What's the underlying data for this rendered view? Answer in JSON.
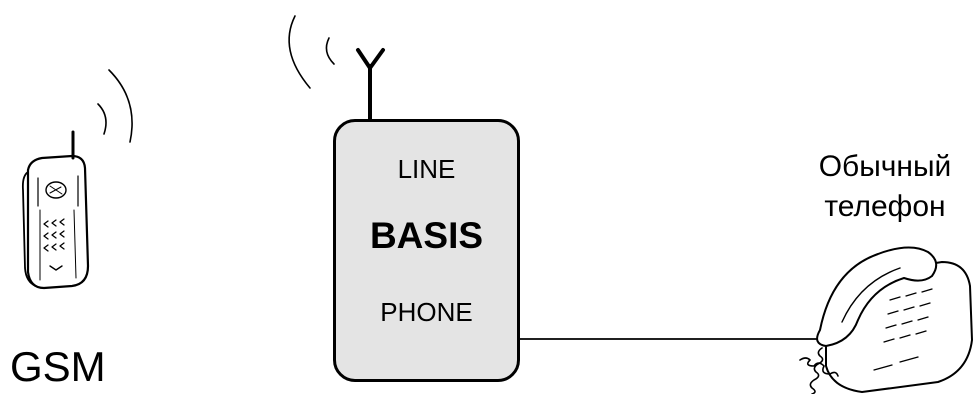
{
  "gsm_phone": {
    "label": "GSM",
    "icon": "mobile-phone-icon"
  },
  "basis_unit": {
    "port_top": "LINE",
    "name": "BASIS",
    "port_bottom": "PHONE",
    "fill_color": "#e4e4e4",
    "antenna_icon": "antenna-icon"
  },
  "landline_phone": {
    "label_line1": "Обычный",
    "label_line2": "телефон",
    "icon": "desk-phone-icon"
  },
  "colors": {
    "stroke": "#000000",
    "background": "#ffffff"
  }
}
